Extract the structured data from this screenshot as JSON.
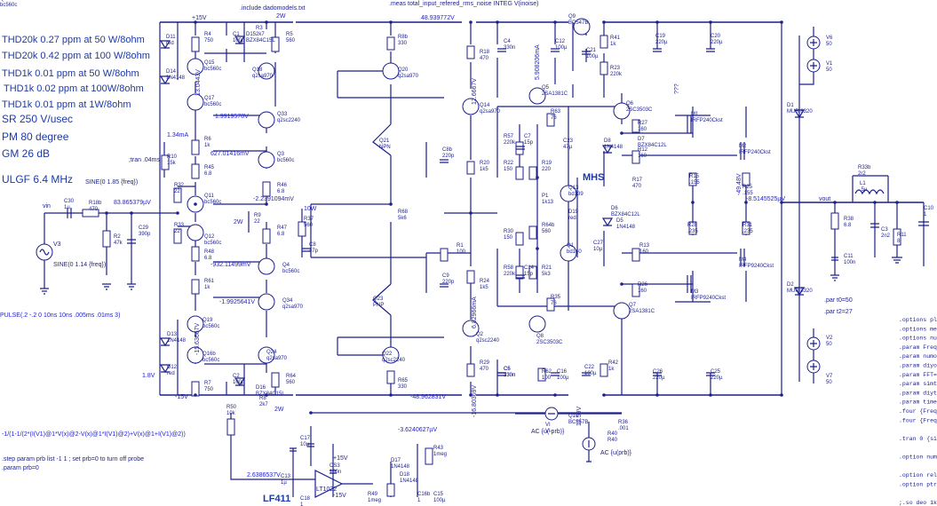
{
  "header": {
    "include": ".include dadomodels.txt",
    "meas": ".meas total_input_refered_rms_noise INTEG V(inoise)"
  },
  "specs": [
    "THD20k 0.27 ppm at 50 W/8ohm",
    "THD20k 0.42 ppm at 100 W/8ohm",
    "THD1k 0.01 ppm at 50 W/8ohm",
    "THD1k 0.02 ppm at 100W/8ohm",
    "THD1k 0.01 ppm at 1W/8ohm",
    "SR 250 V/usec",
    "PM  80 degree",
    "GM  26 dB",
    "ULGF 6.4 MHz"
  ],
  "tran": ";tran .04ms",
  "pulse": "PULSE(.2 -.2 0 10ns 10ns .005ms .01ms 3)",
  "formula": "-1/(1-1/(2*(I(V1)@1*V(x)@2-V(x)@1*I(V1)@2)+V(x)@1+I(V1)@2))",
  "step": ".step param prb list -1 1 ; set prb=0 to turn off probe",
  "param_prb": ".param prb=0",
  "directives": [
    ".options plot",
    ".options met",
    ".options num",
    ".param Freq",
    ".param numo",
    ".param diyoy",
    ".param FFT=",
    ".param simt",
    ".param diytir",
    ".param time",
    ".four {Freq}",
    ".four {Freq}",
    "",
    ".tran 0 {simt",
    "",
    ".option nume",
    "",
    ".option reltol",
    ".option ptran",
    "",
    ";.so deo 1k 1"
  ],
  "par": [
    ".par t0=50",
    ".par t2=27"
  ],
  "question": "???",
  "mhs": "MHS",
  "opamp_label": "LF411",
  "opamp_part": "LT1022",
  "source_vin": "vin",
  "source_vout": "vout",
  "probe": {
    "ac_vi": "AC {u(-prb)}",
    "ac_r40": "AC {u(prb)}"
  },
  "sources": {
    "v3": "V3",
    "v3_sine_top": "SINE(0 1.85 {freq})",
    "v3_sine": "SINE(0 1.14 {freq})"
  },
  "voltages": [
    "1.9919578V",
    "627.01416mV",
    "-2.2391094mV",
    "83.865379µV",
    "-932.11499mV",
    "-1.9925641V",
    "48.939772V",
    "-8.5145525µV",
    "-48.962831V",
    "-3.6240627µV",
    "2.6386537V",
    "1.34mA"
  ],
  "vertical_readouts": [
    "13.0443V",
    "12.6667V",
    "5.908206mA",
    "6.82966mA",
    "-15.63667V",
    "-16.80369V",
    "-49.48V",
    "12.59V"
  ],
  "rails": [
    "+15V",
    "-15V",
    "+15V",
    "-15V",
    "2W",
    "2W",
    "10W",
    "2W",
    "1.8V"
  ],
  "components": [
    {
      "n": "D11",
      "v": "red"
    },
    {
      "n": "D14",
      "v": "1N4148"
    },
    {
      "n": "R4",
      "v": "750"
    },
    {
      "n": "C1",
      "v": "100µ"
    },
    {
      "n": "D15",
      "v": "BZX84C15L"
    },
    {
      "n": "R5",
      "v": "560"
    },
    {
      "n": "R3",
      "v": "2k7"
    },
    {
      "n": "Q15",
      "v": "bc560c"
    },
    {
      "n": "Q16",
      "v": "bc560c"
    },
    {
      "n": "Q17",
      "v": "bc560c"
    },
    {
      "n": "R10",
      "v": "15k"
    },
    {
      "n": "R6",
      "v": "1k"
    },
    {
      "n": "R45",
      "v": "6.8"
    },
    {
      "n": "Q33",
      "v": "q2sc2240"
    },
    {
      "n": "Q3",
      "v": "bc560c"
    },
    {
      "n": "R46",
      "v": "6.8"
    },
    {
      "n": "Q11",
      "v": "bc560c"
    },
    {
      "n": "R32",
      "v": "22"
    },
    {
      "n": "R33",
      "v": "22"
    },
    {
      "n": "Q12",
      "v": "bc560c"
    },
    {
      "n": "R9",
      "v": "22"
    },
    {
      "n": "R47",
      "v": "6.8"
    },
    {
      "n": "R37",
      "v": "560"
    },
    {
      "n": "R48",
      "v": "6.8"
    },
    {
      "n": "C8",
      "v": "47p"
    },
    {
      "n": "R61",
      "v": "1k"
    },
    {
      "n": "Q4",
      "v": "bc560c"
    },
    {
      "n": "Q34",
      "v": "q2sa970"
    },
    {
      "n": "Q19",
      "v": "bc560c"
    },
    {
      "n": "D13",
      "v": "1N4148"
    },
    {
      "n": "Q16b",
      "v": "bc560c"
    },
    {
      "n": "D12",
      "v": "red"
    },
    {
      "n": "R7",
      "v": "750"
    },
    {
      "n": "C2",
      "v": "100µ"
    },
    {
      "n": "D16",
      "v": "BZX84C15L"
    },
    {
      "n": "R8",
      "v": "2k7"
    },
    {
      "n": "R64",
      "v": "560"
    },
    {
      "n": "Q24",
      "v": "q2sa970"
    },
    {
      "n": "Q18",
      "v": "q2sa970"
    },
    {
      "n": "R8b",
      "v": "330"
    },
    {
      "n": "Q20",
      "v": "q2sa970"
    },
    {
      "n": "Q21",
      "v": "NPN"
    },
    {
      "n": "R68",
      "v": "5k6"
    },
    {
      "n": "Q23",
      "v": "PNP"
    },
    {
      "n": "Q22",
      "v": "q2sc2240"
    },
    {
      "n": "R65",
      "v": "330"
    },
    {
      "n": "R18",
      "v": "470"
    },
    {
      "n": "C4",
      "v": "330n"
    },
    {
      "n": "C12",
      "v": "100µ"
    },
    {
      "n": "Q14",
      "v": "q2sa970"
    },
    {
      "n": "C8b",
      "v": "220p"
    },
    {
      "n": "R20",
      "v": "1k5"
    },
    {
      "n": "R1",
      "v": "100"
    },
    {
      "n": "C9",
      "v": "220p"
    },
    {
      "n": "R24",
      "v": "1k5"
    },
    {
      "n": "Q2",
      "v": "q2sc2240"
    },
    {
      "n": "R29",
      "v": "470"
    },
    {
      "n": "C5",
      "v": "330n"
    },
    {
      "n": "Q9",
      "v": "BC547B"
    },
    {
      "n": "R41",
      "v": "1k"
    },
    {
      "n": "C21",
      "v": "100µ"
    },
    {
      "n": "R23",
      "v": "220k"
    },
    {
      "n": "C19",
      "v": "220µ"
    },
    {
      "n": "C20",
      "v": "220µ"
    },
    {
      "n": "Q5",
      "v": "2SA1381C"
    },
    {
      "n": "R63",
      "v": "76"
    },
    {
      "n": "R57",
      "v": "220k"
    },
    {
      "n": "C7",
      "v": "15p"
    },
    {
      "n": "R22",
      "v": "150"
    },
    {
      "n": "R19",
      "v": "220"
    },
    {
      "n": "C23",
      "v": "47µ"
    },
    {
      "n": "Q13",
      "v": "bd139"
    },
    {
      "n": "R30",
      "v": "150"
    },
    {
      "n": "P1",
      "v": "1k13"
    },
    {
      "n": "R64b",
      "v": "560"
    },
    {
      "n": "D19",
      "v": "red"
    },
    {
      "n": "Q1",
      "v": "bd140"
    },
    {
      "n": "C27",
      "v": "10µ"
    },
    {
      "n": "R58",
      "v": "220k"
    },
    {
      "n": "C14",
      "v": "15p"
    },
    {
      "n": "R21",
      "v": "5k3"
    },
    {
      "n": "R35",
      "v": "76"
    },
    {
      "n": "Q8",
      "v": "2SC3503C"
    },
    {
      "n": "C6",
      "v": "330n"
    },
    {
      "n": "R62",
      "v": "100"
    },
    {
      "n": "C16",
      "v": "100µ"
    },
    {
      "n": "C22",
      "v": "100µ"
    },
    {
      "n": "R42",
      "v": "1k"
    },
    {
      "n": "Q6",
      "v": "2SC3503C"
    },
    {
      "n": "R27",
      "v": "160"
    },
    {
      "n": "M1",
      "v": "IRFP240Ckst"
    },
    {
      "n": "R12",
      "v": "160"
    },
    {
      "n": "D7",
      "v": "BZX84C12L"
    },
    {
      "n": "D8",
      "v": "1N4148"
    },
    {
      "n": "R17",
      "v": "470"
    },
    {
      "n": "R15",
      "v": ".155"
    },
    {
      "n": "M2",
      "v": "IRFP240Ckst"
    },
    {
      "n": "R25",
      "v": ".155"
    },
    {
      "n": "R28",
      "v": ".235"
    },
    {
      "n": "R31",
      "v": ".235"
    },
    {
      "n": "D5",
      "v": "1N4148"
    },
    {
      "n": "D6",
      "v": "BZX84C12L"
    },
    {
      "n": "R13",
      "v": "160"
    },
    {
      "n": "M4",
      "v": "IRFP9240Ckst"
    },
    {
      "n": "R26",
      "v": "160"
    },
    {
      "n": "M3",
      "v": "IRFP9240Ckst"
    },
    {
      "n": "Q7",
      "v": "2SA1381C"
    },
    {
      "n": "C26",
      "v": "220µ"
    },
    {
      "n": "C25",
      "v": "220µ"
    },
    {
      "n": "D1",
      "v": "MUR 8320"
    },
    {
      "n": "D2",
      "v": "MUR 8320"
    },
    {
      "n": "V6",
      "v": "50"
    },
    {
      "n": "V1",
      "v": "50"
    },
    {
      "n": "V2",
      "v": "50"
    },
    {
      "n": "V7",
      "v": "50"
    },
    {
      "n": "R38",
      "v": "6.8"
    },
    {
      "n": "C11",
      "v": "100n"
    },
    {
      "n": "R33b",
      "v": "2r2"
    },
    {
      "n": "L1",
      "v": ".5µ"
    },
    {
      "n": "C3",
      "v": "2n2"
    },
    {
      "n": "R11",
      "v": "8"
    },
    {
      "n": "C10",
      "v": "1"
    },
    {
      "n": "C30",
      "v": "1µ"
    },
    {
      "n": "R18b",
      "v": "470"
    },
    {
      "n": "R2",
      "v": "47k"
    },
    {
      "n": "C29",
      "v": "390p"
    },
    {
      "n": "R50",
      "v": "10k"
    },
    {
      "n": "C17",
      "v": "10µ"
    },
    {
      "n": "C13",
      "v": "1µ"
    },
    {
      "n": "CS3",
      "v": "100n"
    },
    {
      "n": "D17",
      "v": "1N4148"
    },
    {
      "n": "D18",
      "v": "1N4148"
    },
    {
      "n": "R49",
      "v": "1meg"
    },
    {
      "n": "R43",
      "v": "1meg"
    },
    {
      "n": "C15",
      "v": "100µ"
    },
    {
      "n": "C16b",
      "v": "1"
    },
    {
      "n": "C18",
      "v": "1"
    },
    {
      "n": "Q10",
      "v": "BC557B"
    },
    {
      "n": "VI",
      "v": "VI"
    },
    {
      "n": "R40",
      "v": "R40"
    },
    {
      "n": "R36",
      "v": ".001"
    }
  ]
}
